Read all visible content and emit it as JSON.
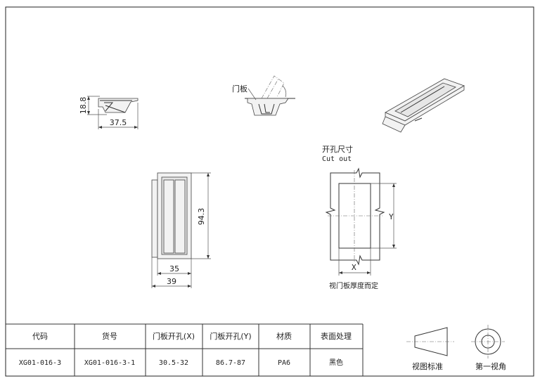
{
  "dimensions": {
    "height_side": "18.8",
    "width_side": "37.5",
    "height_front": "94.3",
    "inner_width": "35",
    "outer_width": "39"
  },
  "door_label": "门板",
  "cutout": {
    "title_cn": "开孔尺寸",
    "title_en": "Cut out",
    "x_label": "X",
    "y_label": "Y",
    "note": "视门板厚度而定"
  },
  "table": {
    "headers": [
      "代码",
      "货号",
      "门板开孔(X)",
      "门板开孔(Y)",
      "材质",
      "表面处理"
    ],
    "row": [
      "XG01-016-3",
      "XG01-016-3-1",
      "30.5-32",
      "86.7-87",
      "PA6",
      "黑色"
    ]
  },
  "projection": {
    "view_label": "视图标准",
    "angle_label": "第一视角"
  }
}
